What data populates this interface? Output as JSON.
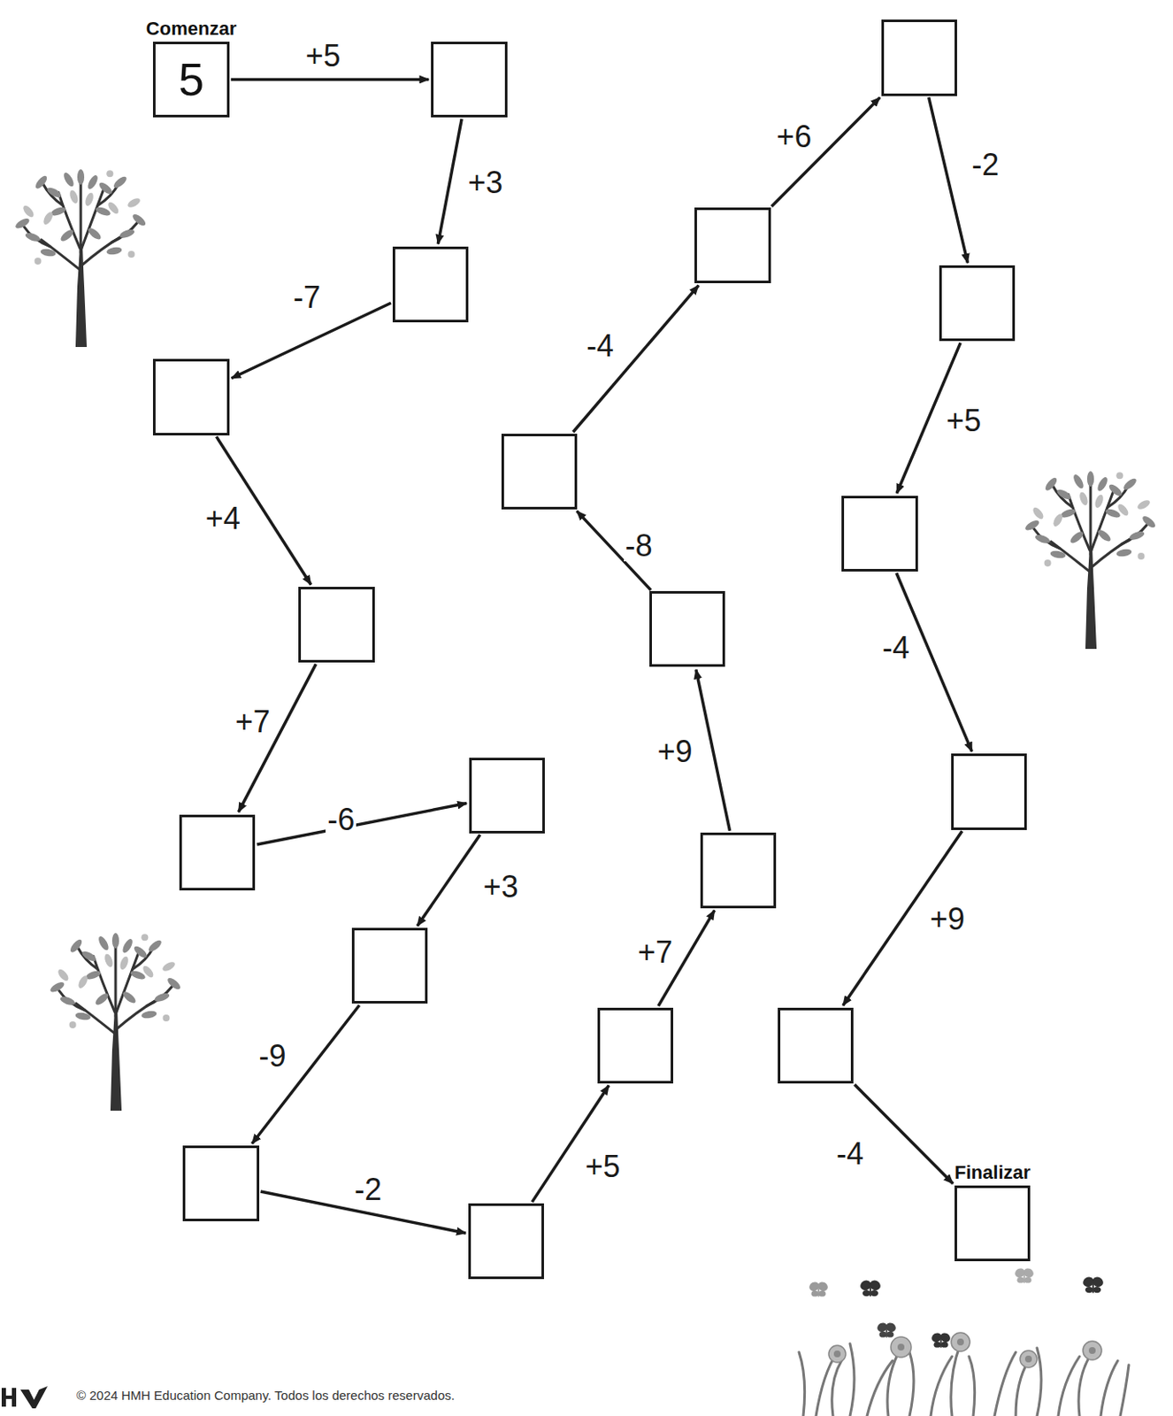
{
  "diagram": {
    "nodes": [
      {
        "text": [
          "Comenzar",
          "5"
        ]
      },
      {
        "text": []
      },
      {
        "text": []
      },
      {
        "text": []
      },
      {
        "text": []
      },
      {
        "text": []
      },
      {
        "text": []
      },
      {
        "text": []
      },
      {
        "text": []
      },
      {
        "text": []
      },
      {
        "text": []
      },
      {
        "text": []
      },
      {
        "text": []
      },
      {
        "text": []
      },
      {
        "text": []
      },
      {
        "text": []
      },
      {
        "text": []
      },
      {
        "text": []
      },
      {
        "text": []
      },
      {
        "text": []
      },
      {
        "text": [
          "Finalizar"
        ]
      }
    ],
    "edges": [
      {
        "from": 0,
        "to": 1,
        "arrow": "to",
        "label": "+5"
      },
      {
        "from": 1,
        "to": 2,
        "arrow": "to",
        "label": "+3"
      },
      {
        "from": 2,
        "to": 3,
        "arrow": "to",
        "label": "-7"
      },
      {
        "from": 3,
        "to": 4,
        "arrow": "to",
        "label": "+4"
      },
      {
        "from": 4,
        "to": 5,
        "arrow": "to",
        "label": "+7"
      },
      {
        "from": 5,
        "to": 6,
        "arrow": "to",
        "label": "-6"
      },
      {
        "from": 6,
        "to": 7,
        "arrow": "to",
        "label": "+3"
      },
      {
        "from": 7,
        "to": 8,
        "arrow": "to",
        "label": "-9"
      },
      {
        "from": 8,
        "to": 9,
        "arrow": "to",
        "label": "-2"
      },
      {
        "from": 9,
        "to": 10,
        "arrow": "to",
        "label": "+5"
      },
      {
        "from": 10,
        "to": 11,
        "arrow": "to",
        "label": "+7"
      },
      {
        "from": 11,
        "to": 12,
        "arrow": "to",
        "label": "+9"
      },
      {
        "from": 12,
        "to": 13,
        "arrow": "to",
        "label": "-8"
      },
      {
        "from": 13,
        "to": 14,
        "arrow": "to",
        "label": "-4"
      },
      {
        "from": 14,
        "to": 15,
        "arrow": "to",
        "label": "+6"
      },
      {
        "from": 15,
        "to": 16,
        "arrow": "to",
        "label": "-2"
      },
      {
        "from": 16,
        "to": 17,
        "arrow": "to",
        "label": "+5"
      },
      {
        "from": 17,
        "to": 18,
        "arrow": "to",
        "label": "-4"
      },
      {
        "from": 18,
        "to": 19,
        "arrow": "to",
        "label": "+9"
      },
      {
        "from": 19,
        "to": 20,
        "arrow": "to",
        "label": "-4"
      }
    ],
    "labels": [
      "© 2024 HMH Education Company. Todos los derechos reservados."
    ]
  }
}
